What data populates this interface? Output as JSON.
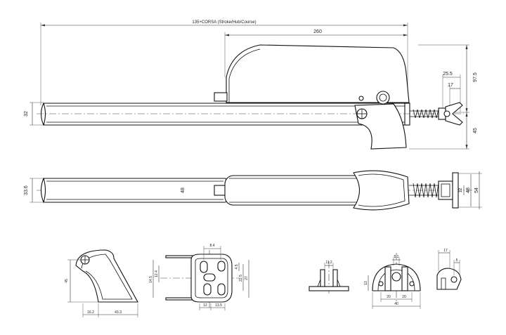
{
  "colors": {
    "line": "#111111",
    "background": "#ffffff"
  },
  "side_view": {
    "stroke_label": "135+CORSA (Stroke/Hub/Course)",
    "length_260": "260",
    "dim_25_5": "25.5",
    "dim_17": "17",
    "dim_97_5": "97.5",
    "dim_45": "45",
    "dim_32": "32"
  },
  "top_view": {
    "dim_33_6": "33.6",
    "dim_48_center": "48",
    "dim_12": "12",
    "dim_48": "48",
    "dim_54": "54"
  },
  "bracket_arc": {
    "dim_45": "45",
    "dim_16_2": "16.2",
    "dim_43_3": "43.3"
  },
  "bracket_plate": {
    "dim_8_4": "8.4",
    "dim_12_4": "12.4",
    "dim_14_5": "14.5",
    "dim_4_5": "4.5",
    "dim_22_5": "22.5",
    "dim_27": "27",
    "dim_12": "12",
    "dim_13_5": "13.5"
  },
  "bracket_u": {
    "dim_11_2": "11.2"
  },
  "bracket_wide": {
    "dim_5_1": "5.1",
    "dim_13": "13",
    "dim_20_left": "20",
    "dim_20_right": "20",
    "dim_40": "40"
  },
  "bracket_small": {
    "dim_17": "17",
    "dim_5": "5"
  }
}
